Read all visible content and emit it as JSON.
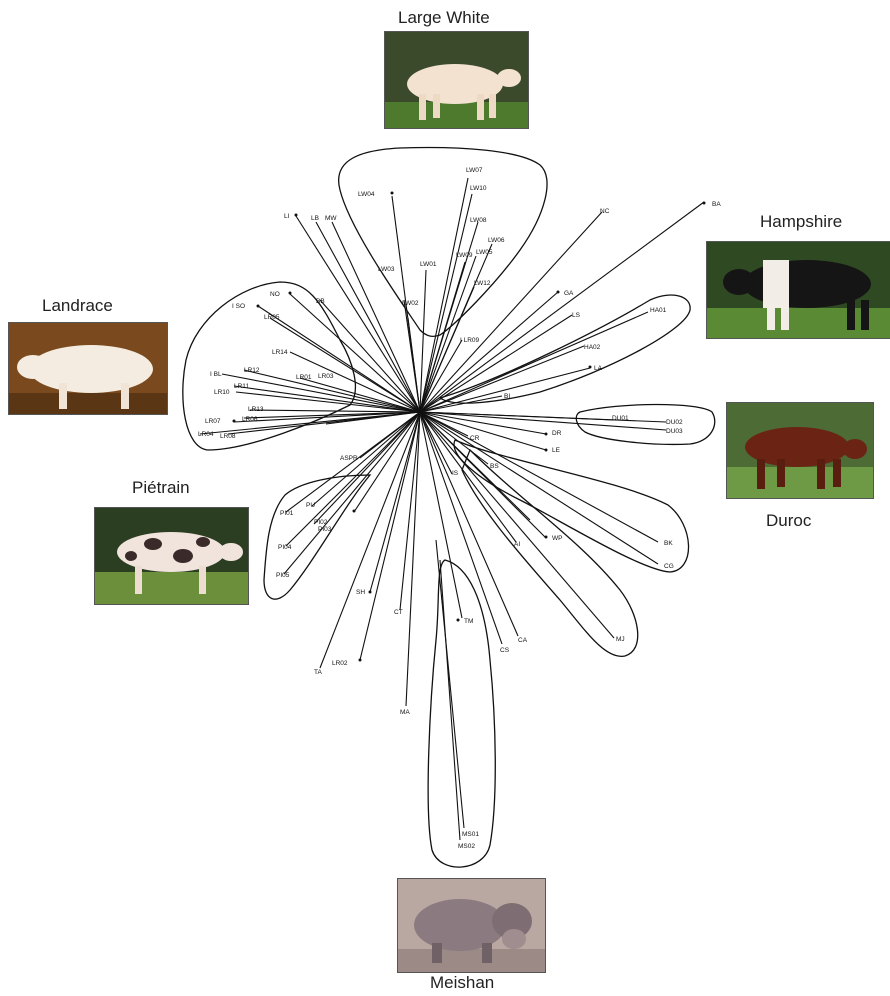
{
  "breeds": {
    "large_white": "Large White",
    "hampshire": "Hampshire",
    "landrace": "Landrace",
    "pietrain": "Piétrain",
    "duroc": "Duroc",
    "meishan": "Meishan"
  },
  "leaves": [
    "LW07",
    "LW10",
    "LW04",
    "LW08",
    "LW06",
    "LW05",
    "LW09",
    "LW12",
    "LW01",
    "LW03",
    "LW02",
    "LI",
    "LB",
    "MW",
    "BB",
    "NO",
    "I SO",
    "LR05",
    "LR14",
    "I BL",
    "LR12",
    "LR11",
    "LR10",
    "LR01",
    "LR13",
    "LR06",
    "LR07",
    "LR04",
    "LR08",
    "LR03",
    "NC",
    "BA",
    "GA",
    "LS",
    "HA01",
    "HA02",
    "LA",
    "BI",
    "I LR09",
    "DU01",
    "DU02",
    "DU03",
    "DR",
    "LE",
    "CR",
    "BS",
    "IS",
    "WP",
    "BK",
    "CG",
    "MJ",
    "AI",
    "CA",
    "CS",
    "TM",
    "ASPR",
    "PU",
    "PI01",
    "PI02",
    "PI03",
    "PI04",
    "PI05",
    "SH",
    "CT",
    "LR02",
    "TA",
    "MA",
    "MS01",
    "MS02"
  ],
  "colors": {
    "line": "#111111",
    "grass": "#4d7a2c",
    "pig_white": "#f3e6d6",
    "pig_black": "#1a1a1a",
    "pig_red": "#6b2414",
    "pig_gray": "#8b7b80"
  }
}
